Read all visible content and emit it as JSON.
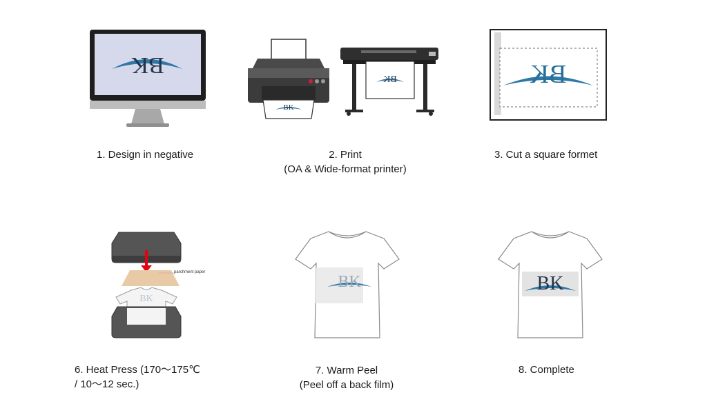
{
  "logo_text": "BK",
  "colors": {
    "logo_blue": "#2e78a8",
    "logo_dark": "#24354a",
    "monitor_screen": "#d6d8ec",
    "device_dark": "#3b3b3b",
    "press_plate": "#555555",
    "parchment": "#e8cba6",
    "arrow_red": "#e60012",
    "film_gray": "#e3e3e3"
  },
  "steps": [
    {
      "id": 1,
      "line1": "1. Design in negative",
      "line2": "",
      "icon": "monitor-icon"
    },
    {
      "id": 2,
      "line1": "2. Print",
      "line2": "(OA & Wide-format printer)",
      "icon": "printer-icon"
    },
    {
      "id": 3,
      "line1": "3. Cut a square formet",
      "line2": "",
      "icon": "cut-sheet-icon"
    },
    {
      "id": 6,
      "line1": "6. Heat Press (170～175℃",
      "line2": "/ 10～12 sec.)",
      "icon": "heat-press-icon"
    },
    {
      "id": 7,
      "line1": "7. Warm Peel",
      "line2": "(Peel off a back film)",
      "icon": "tshirt-icon"
    },
    {
      "id": 8,
      "line1": "8.  Complete",
      "line2": "",
      "icon": "tshirt-icon"
    }
  ],
  "annotations": {
    "parchment_label": "parchment paper"
  }
}
